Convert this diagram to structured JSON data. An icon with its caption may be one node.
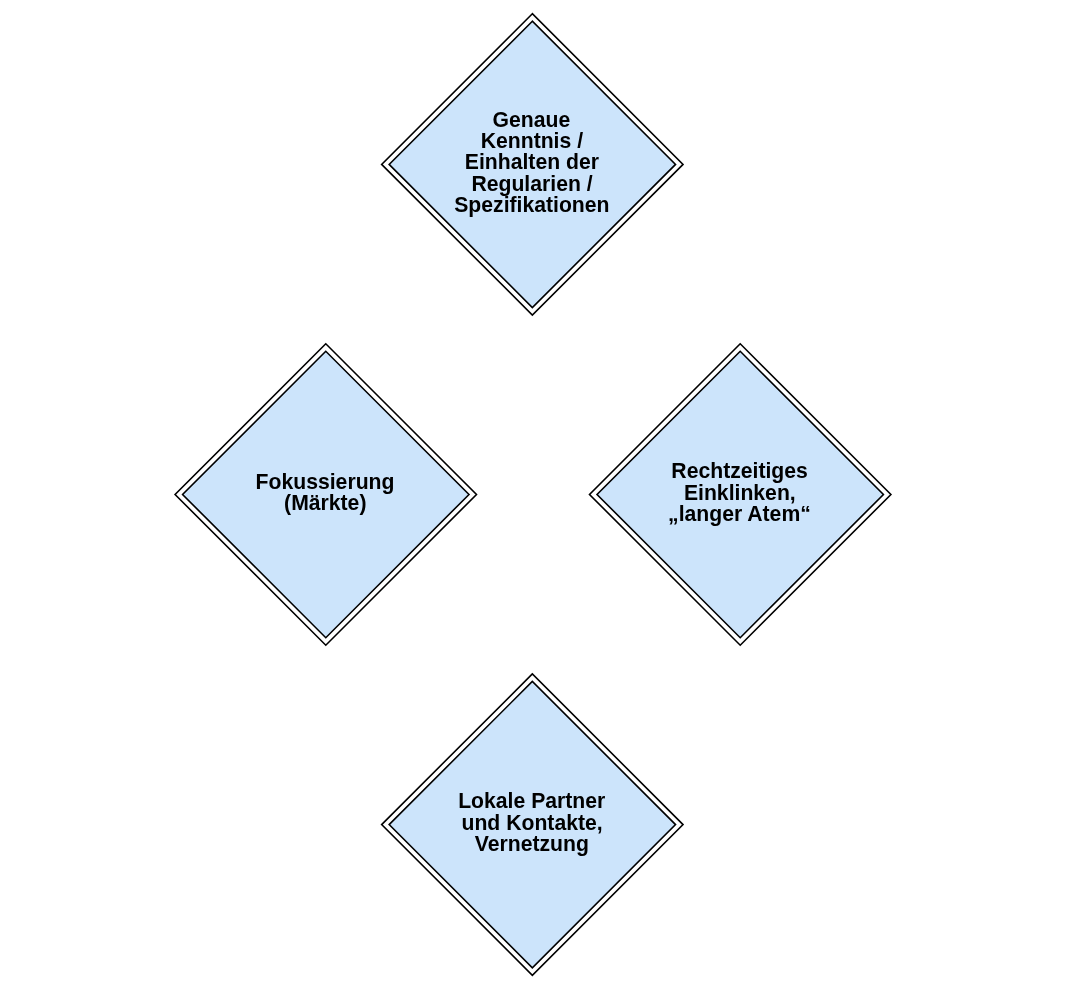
{
  "diagram": {
    "nodes": [
      {
        "text": [
          "Genaue Kenntnis / Einhalten der Regularien / Spezifikationen"
        ]
      },
      {
        "text": [
          "Fokussierung (Märkte)"
        ]
      },
      {
        "text": [
          "Rechtzeitiges Einklinken, „langer Atem“"
        ]
      },
      {
        "text": [
          "Lokale Partner und Kontakte, Vernetzung"
        ]
      }
    ]
  }
}
